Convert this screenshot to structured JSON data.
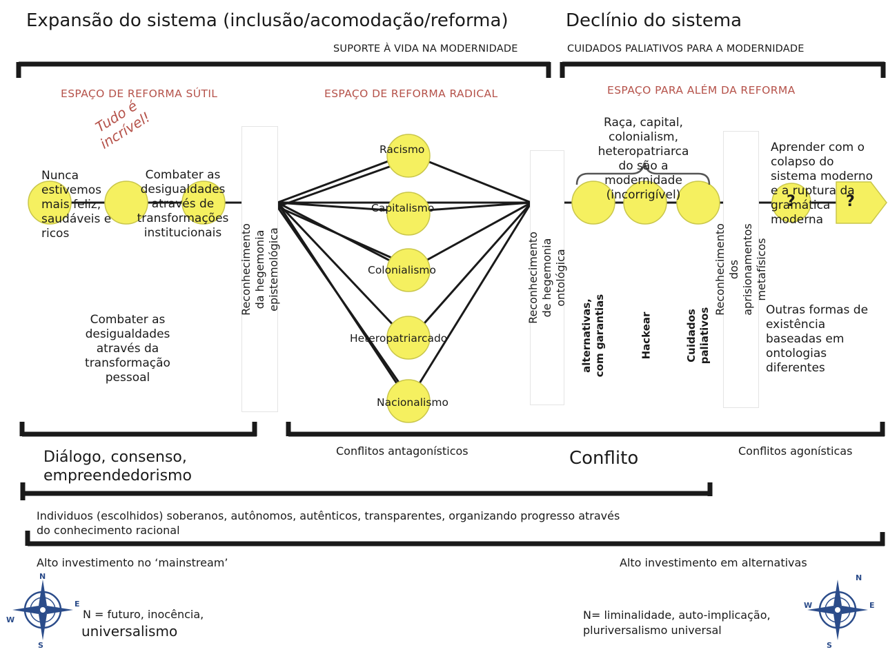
{
  "header": {
    "left_title": "Expansão do sistema (inclusão/acomodação/reforma)",
    "right_title": "Declínio do sistema",
    "left_caption": "SUPORTE À VIDA NA MODERNIDADE",
    "right_caption": "CUIDADOS PALIATIVOS PARA A MODERNIDADE"
  },
  "spaces": {
    "subtle": "ESPAÇO DE REFORMA SÚTIL",
    "radical": "ESPAÇO DE REFORMA RADICAL",
    "beyond": "ESPAÇO PARA ALÉM DA REFORMA"
  },
  "subtle": {
    "handwritten": "Tudo é\nincrível!",
    "node1_text": "Nunca\nestivemos\nmais feliz,\nsaudáveis e\nricos",
    "node2_text": "Combater as\ndesigualdades\natravés da\ntransformação\npessoal",
    "node3_text": "Combater as\ndesigualdades\natravés de\ntransformações\ninstitucionais"
  },
  "vertical_labels": {
    "epistemological": "Reconhecimento da hegemonia\nepistemológica",
    "ontological": "Reconhecimento de hegemonia\nontológica",
    "metaphysical": "Reconhecimento dos aprisionamentos\nmetafísicos"
  },
  "radical_nodes": [
    "Racismo",
    "Capitalismo",
    "Colonialismo",
    "Heteropatriarcado",
    "Nacionalismo"
  ],
  "beyond": {
    "brace_text": "Raça, capital,\ncolonialism,\nheteropatriarca\ndo são a\nmodernidade\n(incorrigível)",
    "node_labels": [
      "alternativas,\ncom garantias",
      "Hackear",
      "Cuidados\npaliativos"
    ],
    "learn_text": "Aprender com o\ncolapso do\nsistema moderno\ne a ruptura da\ngramática\nmoderna",
    "q1": "?",
    "q2": "?",
    "other_forms": "Outras formas de\nexistência\nbaseadas em\nontologias\ndiferentes"
  },
  "bottom": {
    "dialogue": "Diálogo, consenso,\nempreendedorismo",
    "antagonistic": "Conflitos antagonísticos",
    "conflict": "Conflito",
    "agonistic": "Conflitos agonísticas",
    "individuals": "Individuos (escolhidos) soberanos, autônomos, autênticos, transparentes, organizando progresso através\ndo conhecimento racional",
    "mainstream": "Alto investimento no ‘mainstream’",
    "alternatives": "Alto investimento em alternativas",
    "compass_left_text": "N =  futuro, inocência,",
    "compass_left_text2": "universalismo",
    "compass_right_text": "N= liminalidade, auto-implicação,\npluriversalismo universal"
  },
  "compass_letters": [
    "N",
    "E",
    "W",
    "S"
  ],
  "colors": {
    "node_fill": "#f5f060",
    "node_stroke": "#c9c64a",
    "accent_red": "#b5524a",
    "bracket": "#1a1a1a"
  }
}
